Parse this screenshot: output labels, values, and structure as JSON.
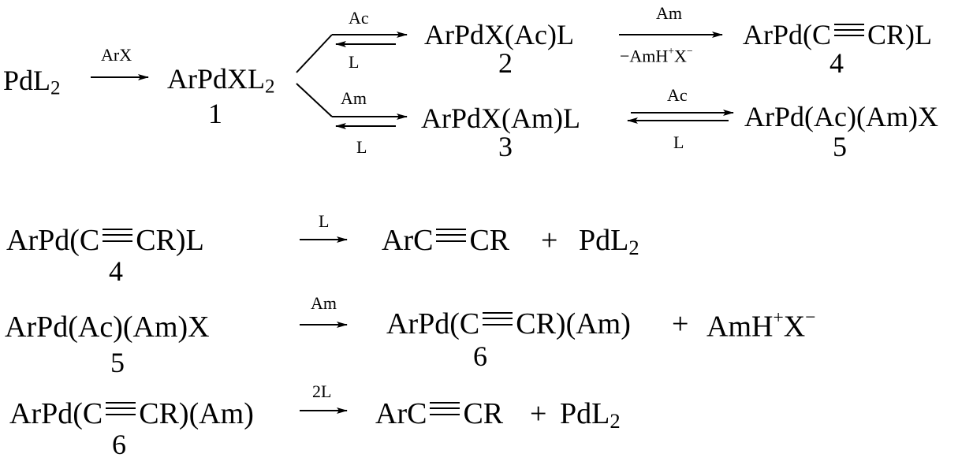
{
  "top_scheme": {
    "pdl2": "PdL",
    "pdl2_sub": "2",
    "arrow_arx": "ArX",
    "c1_prefix": "ArPdXL",
    "c1_sub": "2",
    "c1_num": "1",
    "upper_forward": "Ac",
    "upper_back": "L",
    "c2": "ArPdX(Ac)L",
    "c2_num": "2",
    "am_label": "Am",
    "elim_prefix": "−AmH",
    "elim_sup": "+",
    "elim_mid": "X",
    "elim_sup2": "−",
    "c4_a": "ArPd(C",
    "c4_b": "CR)L",
    "c4_num": "4",
    "lower_forward": "Am",
    "lower_back": "L",
    "c3": "ArPdX(Am)L",
    "c3_num": "3",
    "eq_forward": "Ac",
    "eq_back": "L",
    "c5": "ArPd(Ac)(Am)X",
    "c5_num": "5"
  },
  "reactions": [
    {
      "r_a": "ArPd(C",
      "r_b": "CR)L",
      "r_num": "4",
      "label": "L",
      "p_a": "ArC",
      "p_b": "CR",
      "plus": "+",
      "p2": "PdL",
      "p2_sub": "2"
    },
    {
      "r_a": "ArPd(Ac)(Am)X",
      "r_num": "5",
      "label": "Am",
      "p_a": "ArPd(C",
      "p_b": "CR)(Am)",
      "p_num": "6",
      "plus": "+",
      "p2": "AmH",
      "p2_sup": "+",
      "p2_mid": "X",
      "p2_sup2": "−"
    },
    {
      "r_a": "ArPd(C",
      "r_b": "CR)(Am)",
      "r_num": "6",
      "label": "2L",
      "p_a": "ArC",
      "p_b": "CR",
      "plus": "+",
      "p2": "PdL",
      "p2_sub": "2"
    }
  ]
}
